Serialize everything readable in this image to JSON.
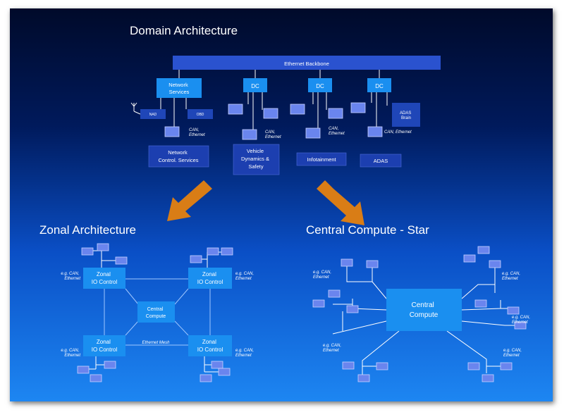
{
  "titles": {
    "domain": "Domain Architecture",
    "zonal": "Zonal Architecture",
    "central": "Central Compute - Star"
  },
  "domain": {
    "backbone": "Ethernet Backbone",
    "network_services": [
      "Network",
      "Services"
    ],
    "dc_labels": [
      "DC",
      "DC",
      "DC"
    ],
    "nad": "NAD",
    "obd": "OBD",
    "adas_brain": [
      "ADAS",
      "Brain"
    ],
    "can_ethernet_1": [
      "CAN,",
      "Ethernet"
    ],
    "can_ethernet_2": [
      "CAN,",
      "Ethernet"
    ],
    "can_ethernet_3": [
      "CAN,",
      "Ethernet"
    ],
    "can_ethernet_4": "CAN, Ethernet",
    "domain_labels": {
      "network_control": [
        "Network",
        "Control. Services"
      ],
      "vehicle_dynamics": [
        "Vehicle",
        "Dynamics &",
        "Safety"
      ],
      "infotainment": "Infotainment",
      "adas": "ADAS"
    }
  },
  "zonal": {
    "zone_label": [
      "Zonal",
      "IO Control"
    ],
    "central_compute": [
      "Central",
      "Compute"
    ],
    "ethernet_mesh": "Ethernet Mesh",
    "eg_can": [
      "e.g. CAN,",
      "Ethernet"
    ]
  },
  "star": {
    "central_compute": [
      "Central",
      "Compute"
    ],
    "eg_can": [
      "e.g. CAN,",
      "Ethernet"
    ]
  },
  "colors": {
    "box": "#1a8ff0",
    "backbone": "#2a52cf",
    "arrow": "#d97d16",
    "device": "#6a85ee"
  }
}
